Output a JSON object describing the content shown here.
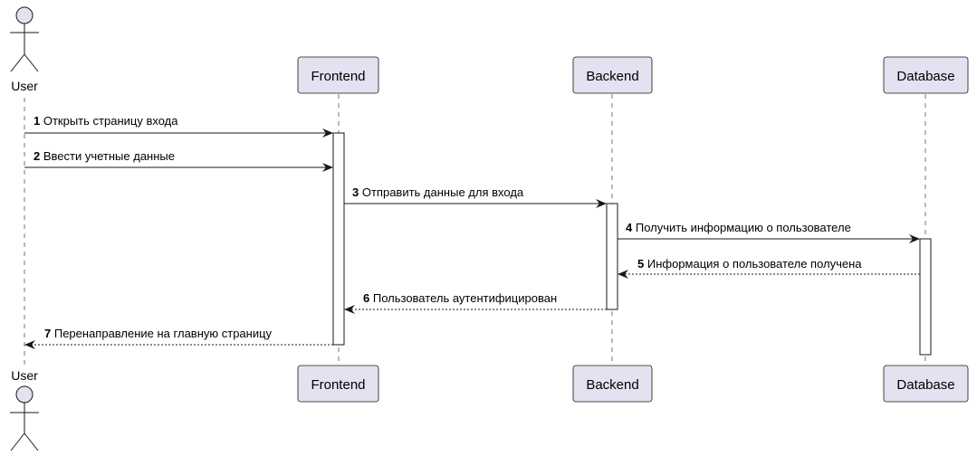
{
  "actor": {
    "name": "User"
  },
  "participants": [
    {
      "id": "frontend",
      "name": "Frontend"
    },
    {
      "id": "backend",
      "name": "Backend"
    },
    {
      "id": "database",
      "name": "Database"
    }
  ],
  "messages": [
    {
      "num": "1",
      "text": "Открыть страницу входа",
      "from": "user",
      "to": "frontend",
      "style": "solid"
    },
    {
      "num": "2",
      "text": "Ввести учетные данные",
      "from": "user",
      "to": "frontend",
      "style": "solid"
    },
    {
      "num": "3",
      "text": "Отправить данные для входа",
      "from": "frontend",
      "to": "backend",
      "style": "solid"
    },
    {
      "num": "4",
      "text": "Получить информацию о пользователе",
      "from": "backend",
      "to": "database",
      "style": "solid"
    },
    {
      "num": "5",
      "text": "Информация о пользователе получена",
      "from": "database",
      "to": "backend",
      "style": "dashed"
    },
    {
      "num": "6",
      "text": "Пользователь аутентифицирован",
      "from": "backend",
      "to": "frontend",
      "style": "dashed"
    },
    {
      "num": "7",
      "text": "Перенаправление на главную страницу",
      "from": "frontend",
      "to": "user",
      "style": "dashed"
    }
  ],
  "colors": {
    "participant_fill": "#E2E2F0",
    "participant_border": "#181818",
    "lifeline": "#181818",
    "activation_fill": "#FFFFFF"
  }
}
